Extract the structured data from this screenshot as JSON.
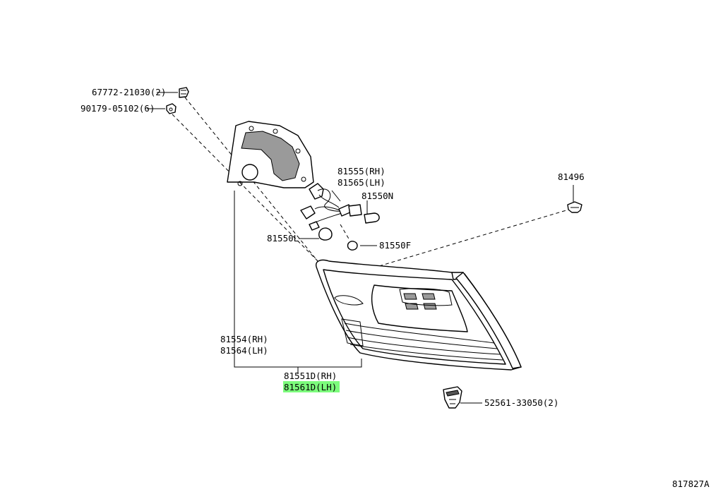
{
  "parts": {
    "p67772": "67772-21030(2)",
    "p90179": "90179-05102(6)",
    "p81555": "81555(RH)",
    "p81565": "81565(LH)",
    "p81550N": "81550N",
    "p81550L": "81550L",
    "p81550F": "81550F",
    "p81496": "81496",
    "p81554": "81554(RH)",
    "p81564": "81564(LH)",
    "p81551D": "81551D(RH)",
    "p81561D": "81561D(LH)",
    "p52561": "52561-33050(2)"
  },
  "diagram_id": "817827A",
  "highlight_color": "#7CFC7C"
}
